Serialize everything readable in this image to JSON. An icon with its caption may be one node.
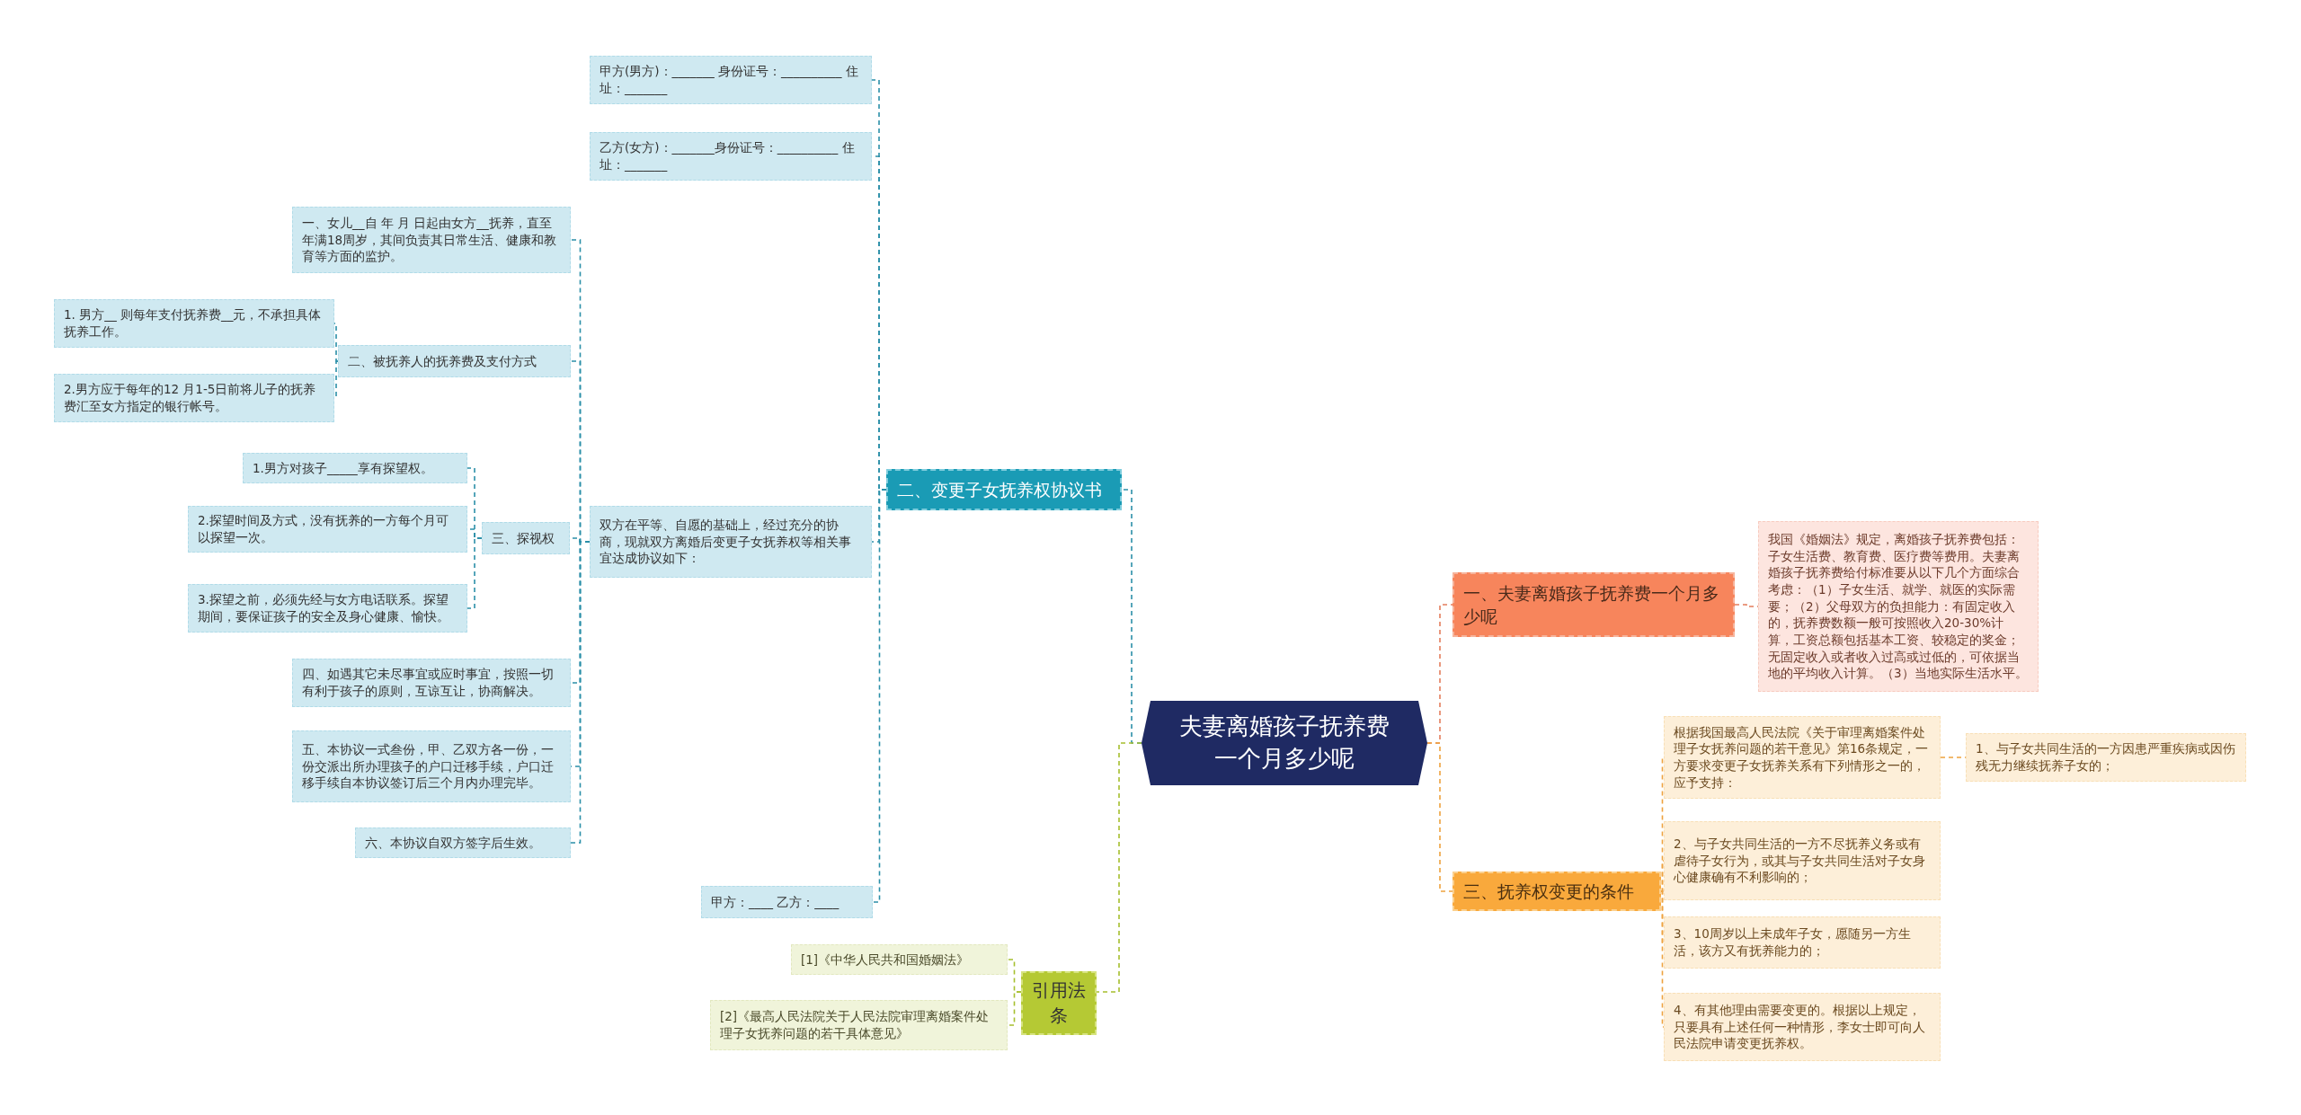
{
  "diagram": {
    "nodes": [
      {
        "text": [
          "夫妻离婚孩子抚养费一个月多少呢"
        ]
      },
      {
        "text": [
          "二、变更子女抚养权协议书"
        ]
      },
      {
        "text": [
          "甲方(男方)：_______ 身份证号：__________ 住址：_______"
        ]
      },
      {
        "text": [
          "乙方(女方)：_______身份证号：__________ 住址：_______"
        ]
      },
      {
        "text": [
          "双方在平等、自愿的基础上，经过充分的协商，现就双方离婚后变更子女抚养权等相关事宜达成协议如下："
        ]
      },
      {
        "text": [
          "一、女儿__自 年 月 日起由女方__抚养，直至年满18周岁，其间负责其日常生活、健康和教育等方面的监护。"
        ]
      },
      {
        "text": [
          "二、被抚养人的抚养费及支付方式"
        ]
      },
      {
        "text": [
          "1. 男方__ 则每年支付抚养费__元，不承担具体抚养工作。"
        ]
      },
      {
        "text": [
          "2.男方应于每年的12 月1-5日前将儿子的抚养费汇至女方指定的银行帐号。"
        ]
      },
      {
        "text": [
          "三、探视权"
        ]
      },
      {
        "text": [
          "1.男方对孩子_____享有探望权。"
        ]
      },
      {
        "text": [
          "2.探望时间及方式，没有抚养的一方每个月可以探望一次。"
        ]
      },
      {
        "text": [
          "3.探望之前，必须先经与女方电话联系。探望期间，要保证孩子的安全及身心健康、愉快。"
        ]
      },
      {
        "text": [
          "四、如遇其它未尽事宜或应时事宜，按照一切有利于孩子的原则，互谅互让，协商解决。"
        ]
      },
      {
        "text": [
          "五、本协议一式叁份，甲、乙双方各一份，一份交派出所办理孩子的户口迁移手续，户口迁移手续自本协议签订后三个月内办理完毕。"
        ]
      },
      {
        "text": [
          "六、本协议自双方签字后生效。"
        ]
      },
      {
        "text": [
          "甲方：____ 乙方：____"
        ]
      },
      {
        "text": [
          "引用法条"
        ]
      },
      {
        "text": [
          "[1]《中华人民共和国婚姻法》"
        ]
      },
      {
        "text": [
          "[2]《最高人民法院关于人民法院审理离婚案件处理子女抚养问题的若干具体意见》"
        ]
      },
      {
        "text": [
          "一、夫妻离婚孩子抚养费一个月多少呢"
        ]
      },
      {
        "text": [
          "我国《婚姻法》规定，离婚孩子抚养费包括：子女生活费、教育费、医疗费等费用。夫妻离婚孩子抚养费给付标准要从以下几个方面综合考虑：（1）子女生活、就学、就医的实际需要；（2）父母双方的负担能力：有固定收入的，抚养费数额一般可按照收入20-30%计算，工资总额包括基本工资、较稳定的奖金；无固定收入或者收入过高或过低的，可依据当地的平均收入计算。（3）当地实际生活水平。"
        ]
      },
      {
        "text": [
          "三、抚养权变更的条件"
        ]
      },
      {
        "text": [
          "根据我国最高人民法院《关于审理离婚案件处理子女抚养问题的若干意见》第16条规定，一方要求变更子女抚养关系有下列情形之一的，应予支持："
        ]
      },
      {
        "text": [
          "1、与子女共同生活的一方因患严重疾病或因伤残无力继续抚养子女的；"
        ]
      },
      {
        "text": [
          "2、与子女共同生活的一方不尽抚养义务或有虐待子女行为，或其与子女共同生活对子女身心健康确有不利影响的；"
        ]
      },
      {
        "text": [
          "3、10周岁以上未成年子女，愿随另一方生活，该方又有抚养能力的；"
        ]
      },
      {
        "text": [
          "4、有其他理由需要变更的。根据以上规定，只要具有上述任何一种情形，李女士即可向人民法院申请变更抚养权。"
        ]
      }
    ],
    "edges": [
      {
        "from": 0,
        "to": 1,
        "arrow": "none",
        "style": "dashed",
        "color": "#2b8fa8"
      },
      {
        "from": 1,
        "to": 2,
        "arrow": "none",
        "style": "dashed",
        "color": "#2b8fa8"
      },
      {
        "from": 1,
        "to": 3,
        "arrow": "none",
        "style": "dashed",
        "color": "#2b8fa8"
      },
      {
        "from": 1,
        "to": 4,
        "arrow": "none",
        "style": "dashed",
        "color": "#2b8fa8"
      },
      {
        "from": 4,
        "to": 5,
        "arrow": "none",
        "style": "dashed",
        "color": "#2b8fa8"
      },
      {
        "from": 4,
        "to": 6,
        "arrow": "none",
        "style": "dashed",
        "color": "#2b8fa8"
      },
      {
        "from": 6,
        "to": 7,
        "arrow": "none",
        "style": "dashed",
        "color": "#2b8fa8"
      },
      {
        "from": 6,
        "to": 8,
        "arrow": "none",
        "style": "dashed",
        "color": "#2b8fa8"
      },
      {
        "from": 4,
        "to": 9,
        "arrow": "none",
        "style": "dashed",
        "color": "#2b8fa8"
      },
      {
        "from": 9,
        "to": 10,
        "arrow": "none",
        "style": "dashed",
        "color": "#2b8fa8"
      },
      {
        "from": 9,
        "to": 11,
        "arrow": "none",
        "style": "dashed",
        "color": "#2b8fa8"
      },
      {
        "from": 9,
        "to": 12,
        "arrow": "none",
        "style": "dashed",
        "color": "#2b8fa8"
      },
      {
        "from": 4,
        "to": 13,
        "arrow": "none",
        "style": "dashed",
        "color": "#2b8fa8"
      },
      {
        "from": 4,
        "to": 14,
        "arrow": "none",
        "style": "dashed",
        "color": "#2b8fa8"
      },
      {
        "from": 4,
        "to": 15,
        "arrow": "none",
        "style": "dashed",
        "color": "#2b8fa8"
      },
      {
        "from": 1,
        "to": 16,
        "arrow": "none",
        "style": "dashed",
        "color": "#2b8fa8"
      },
      {
        "from": 0,
        "to": 17,
        "arrow": "none",
        "style": "dashed",
        "color": "#a6bf2e"
      },
      {
        "from": 17,
        "to": 18,
        "arrow": "none",
        "style": "dashed",
        "color": "#a6bf2e"
      },
      {
        "from": 17,
        "to": 19,
        "arrow": "none",
        "style": "dashed",
        "color": "#a6bf2e"
      },
      {
        "from": 0,
        "to": 20,
        "arrow": "none",
        "style": "dashed",
        "color": "#e47e5c"
      },
      {
        "from": 20,
        "to": 21,
        "arrow": "none",
        "style": "dashed",
        "color": "#e47e5c"
      },
      {
        "from": 0,
        "to": 22,
        "arrow": "none",
        "style": "dashed",
        "color": "#eea23e"
      },
      {
        "from": 22,
        "to": 23,
        "arrow": "none",
        "style": "dashed",
        "color": "#eea23e"
      },
      {
        "from": 23,
        "to": 24,
        "arrow": "none",
        "style": "dashed",
        "color": "#eea23e"
      },
      {
        "from": 22,
        "to": 25,
        "arrow": "none",
        "style": "dashed",
        "color": "#eea23e"
      },
      {
        "from": 22,
        "to": 26,
        "arrow": "none",
        "style": "dashed",
        "color": "#eea23e"
      },
      {
        "from": 22,
        "to": 27,
        "arrow": "none",
        "style": "dashed",
        "color": "#eea23e"
      }
    ]
  }
}
